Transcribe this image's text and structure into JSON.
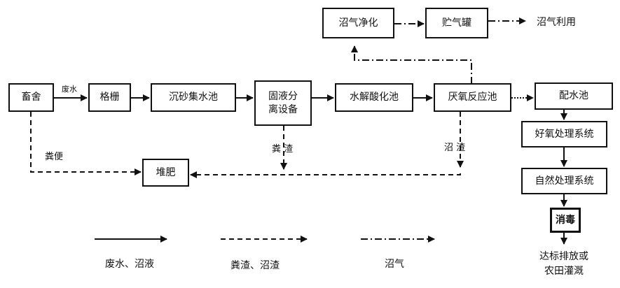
{
  "nodes": {
    "chushe": "畜舍",
    "geshan": "格栅",
    "chensha": "沉砂集水池",
    "guye_line1": "固液分",
    "guye_line2": "离设备",
    "shuijie": "水解酸化池",
    "yanyang": "厌氧反应池",
    "peishui": "配水池",
    "haoyang": "好氧处理系统",
    "ziran": "自然处理系统",
    "xiaodu": "消毒",
    "duifei": "堆肥",
    "zhaoqi_jinghua": "沼气净化",
    "zhuqiguan": "贮气罐"
  },
  "labels": {
    "feishui": "废水",
    "fenbian": "粪便",
    "fenzha": "粪 渣",
    "zhaozha": "沼 渣",
    "zhaoqi_liyong": "沼气利用",
    "dabiao_line1": "达标排放或",
    "dabiao_line2": "农田灌溉"
  },
  "legend": {
    "solid": "废水、沼液",
    "dashed": "粪渣、沼渣",
    "dashdot": "沼气"
  }
}
